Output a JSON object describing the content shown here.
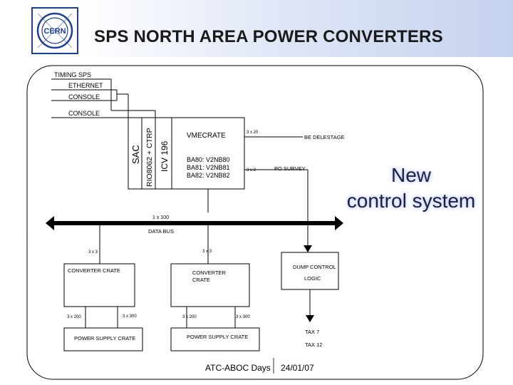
{
  "header": {
    "title": "SPS NORTH AREA POWER CONVERTERS",
    "logo_text": "CERN",
    "colors": {
      "band_end": "#c5d2ef",
      "logo": "#1d3f8f",
      "callout_glow": "#c6d4ff"
    }
  },
  "diagram": {
    "inputs": {
      "timing": "TIMING SPS",
      "ethernet": "ETHERNET",
      "console_top": "CONSOLE",
      "console_mid": "CONSOLE"
    },
    "modules": {
      "sac": "SAC",
      "rio": "RIO8062 + CTRP",
      "icv": "ICV 196"
    },
    "vme": {
      "title": "VMECRATE",
      "line1": "BA80: V2NB80",
      "line2": "BA81: V2NB81",
      "line3": "BA82: V2NB82"
    },
    "links": {
      "x20": "3 x 20",
      "x8": "3 x 8",
      "be_delestage": "BE DELESTAGE",
      "po_survey": "PO SURVEY",
      "x100": "1 x 100",
      "bus": "DATA BUS",
      "left_x3": "3 x 3",
      "right_x3": "3 x 3"
    },
    "crates": {
      "left": "CONVERTER CRATE",
      "middle_line1": "CONVERTER",
      "middle_line2": "CRATE",
      "dump_line1": "DUMP CONTROL",
      "dump_line2": "LOGIC"
    },
    "supplies": {
      "l_x200": "3 x 200",
      "l_x300": "3 x 300",
      "m_x200": "3 x 200",
      "m_x300": "3 x 300",
      "left_label": "POWER SUPPLY CRATE",
      "middle_label": "POWER SUPPLY CRATE",
      "tax7": "TAX 7",
      "tax12": "TAX 12"
    }
  },
  "callout": {
    "line1": "New",
    "line2": "control system"
  },
  "footer": {
    "event": "ATC-ABOC Days",
    "date": "24/01/07"
  }
}
